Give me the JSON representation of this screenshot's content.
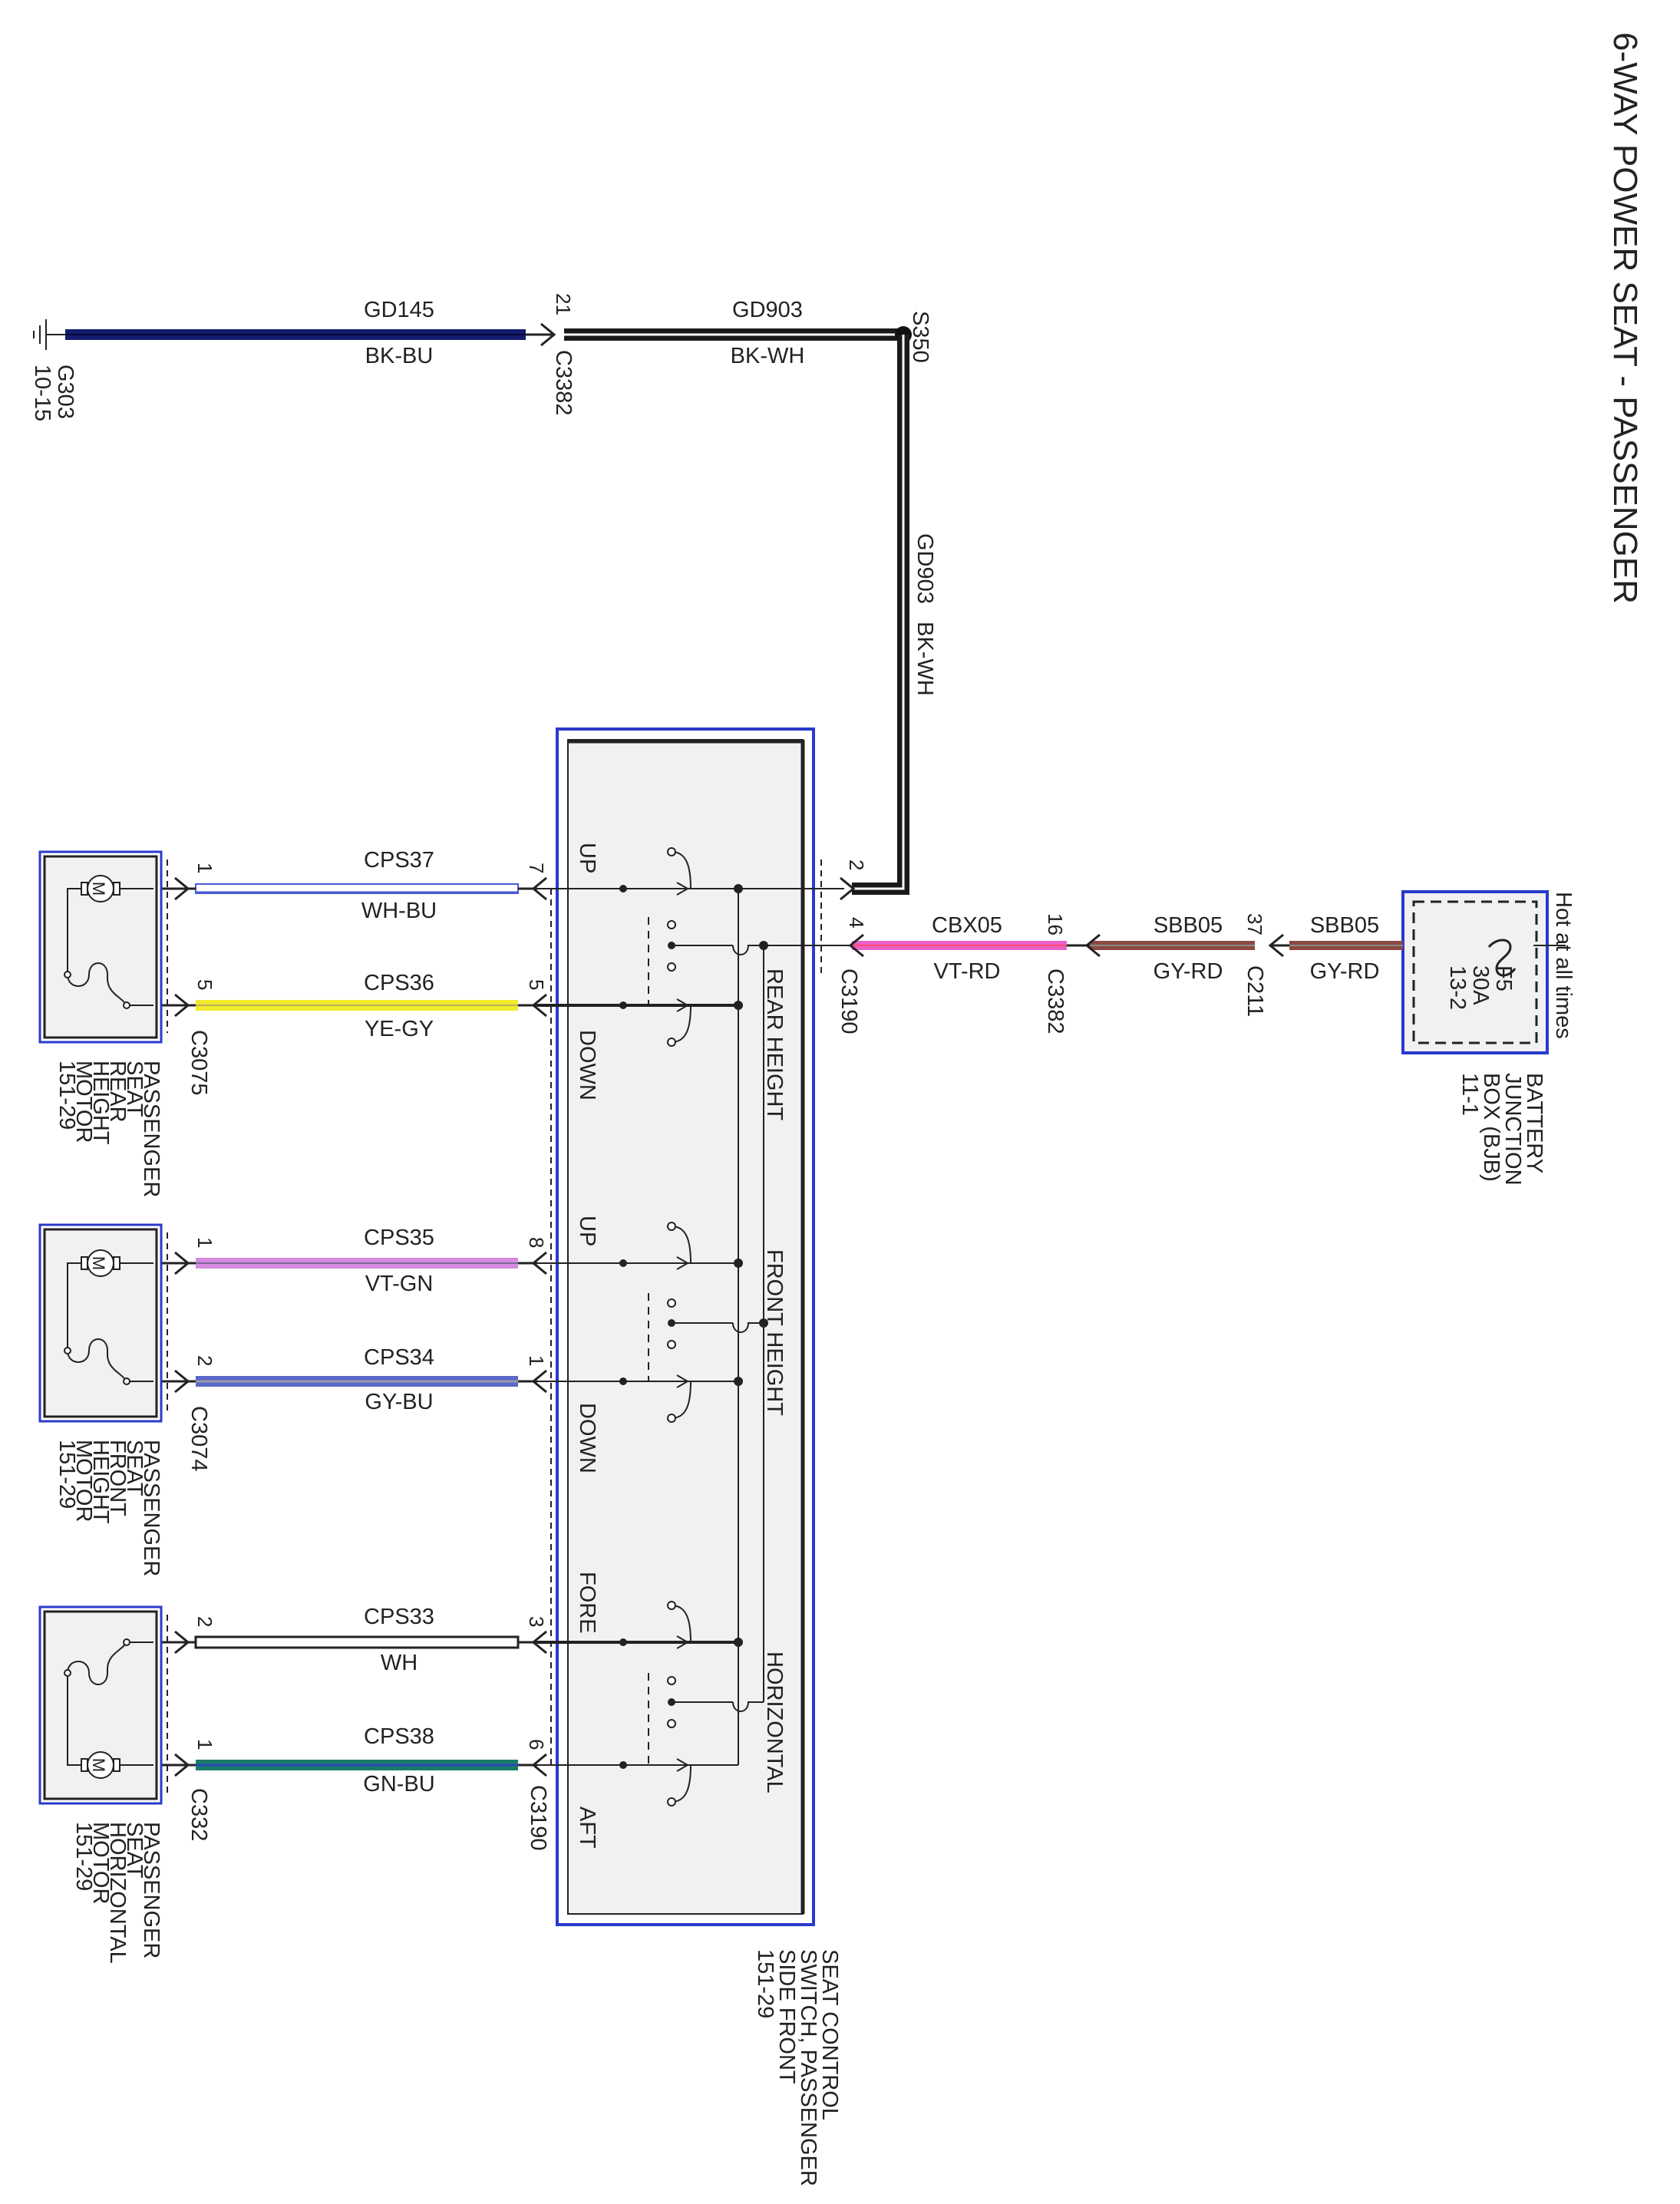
{
  "title": "6-WAY POWER SEAT - PASSENGER",
  "colors": {
    "BK-BU": "#141c6e",
    "BK-WH": "#1a1a1a",
    "VT-RD": "#e860c8",
    "GY-RD": "#8a4a42",
    "WH-BU": "#4a5ad8",
    "YE-GY": "#f2ea2a",
    "VT-GN": "#d68ae0",
    "GY-BU": "#5a68c8",
    "WH": "#222222",
    "GN-BU": "#1a7a6a",
    "module_border": "#2a3acc",
    "module_fill": "#f1f1f1"
  },
  "ground": {
    "ref": "G303",
    "page": "10-15"
  },
  "splice": "S350",
  "wires": {
    "gd145": {
      "circuit": "GD145",
      "color": "BK-BU"
    },
    "gd903_h": {
      "circuit": "GD903",
      "color": "BK-WH"
    },
    "gd903_v": {
      "circuit": "GD903",
      "color": "BK-WH"
    },
    "cbx05": {
      "circuit": "CBX05",
      "color": "VT-RD"
    },
    "sbb05_a": {
      "circuit": "SBB05",
      "color": "GY-RD"
    },
    "sbb05_b": {
      "circuit": "SBB05",
      "color": "GY-RD"
    },
    "cps37": {
      "circuit": "CPS37",
      "color": "WH-BU"
    },
    "cps36": {
      "circuit": "CPS36",
      "color": "YE-GY"
    },
    "cps35": {
      "circuit": "CPS35",
      "color": "VT-GN"
    },
    "cps34": {
      "circuit": "CPS34",
      "color": "GY-BU"
    },
    "cps33": {
      "circuit": "CPS33",
      "color": "WH"
    },
    "cps38": {
      "circuit": "CPS38",
      "color": "GN-BU"
    }
  },
  "connectors": {
    "c3382_top": {
      "name": "C3382",
      "pin": "21"
    },
    "c3190_right": {
      "name": "C3190",
      "pin_gnd": "2",
      "pin_pwr": "4"
    },
    "c3382_mid": {
      "name": "C3382",
      "pin": "16"
    },
    "c211": {
      "name": "C211",
      "pin": "37"
    },
    "c3190_left": {
      "name": "C3190"
    },
    "c3075": {
      "name": "C3075"
    },
    "c3074": {
      "name": "C3074"
    },
    "c332": {
      "name": "C332"
    }
  },
  "switch_pins": {
    "cps37": "7",
    "cps36": "5",
    "cps35": "8",
    "cps34": "1",
    "cps33": "3",
    "cps38": "6"
  },
  "motor_pins": {
    "cps37": "1",
    "cps36": "5",
    "cps35": "1",
    "cps34": "2",
    "cps33": "2",
    "cps38": "1"
  },
  "bjb": {
    "hot_label": "Hot at all times",
    "fuse": "F5",
    "amps": "30A",
    "fuse_ref": "13-2",
    "name_lines": [
      "BATTERY",
      "JUNCTION",
      "BOX (BJB)",
      "11-1"
    ]
  },
  "switch_module": {
    "name_lines": [
      "SEAT CONTROL",
      "SWITCH, PASSENGER",
      "SIDE FRONT",
      "151-29"
    ],
    "sections": {
      "rear": {
        "name": "REAR HEIGHT",
        "up": "UP",
        "down": "DOWN"
      },
      "front": {
        "name": "FRONT HEIGHT",
        "up": "UP",
        "down": "DOWN"
      },
      "horiz": {
        "name": "HORIZONTAL",
        "fore": "FORE",
        "aft": "AFT"
      }
    }
  },
  "motors": {
    "rear": {
      "name_lines": [
        "PASSENGER",
        "SEAT",
        "REAR",
        "HEIGHT",
        "MOTOR",
        "151-29"
      ],
      "symbol": "M"
    },
    "front": {
      "name_lines": [
        "PASSENGER",
        "SEAT",
        "FRONT",
        "HEIGHT",
        "MOTOR",
        "151-29"
      ],
      "symbol": "M"
    },
    "horiz": {
      "name_lines": [
        "PASSENGER",
        "SEAT",
        "HORIZONTAL",
        "MOTOR",
        "151-29"
      ],
      "symbol": "M"
    }
  }
}
